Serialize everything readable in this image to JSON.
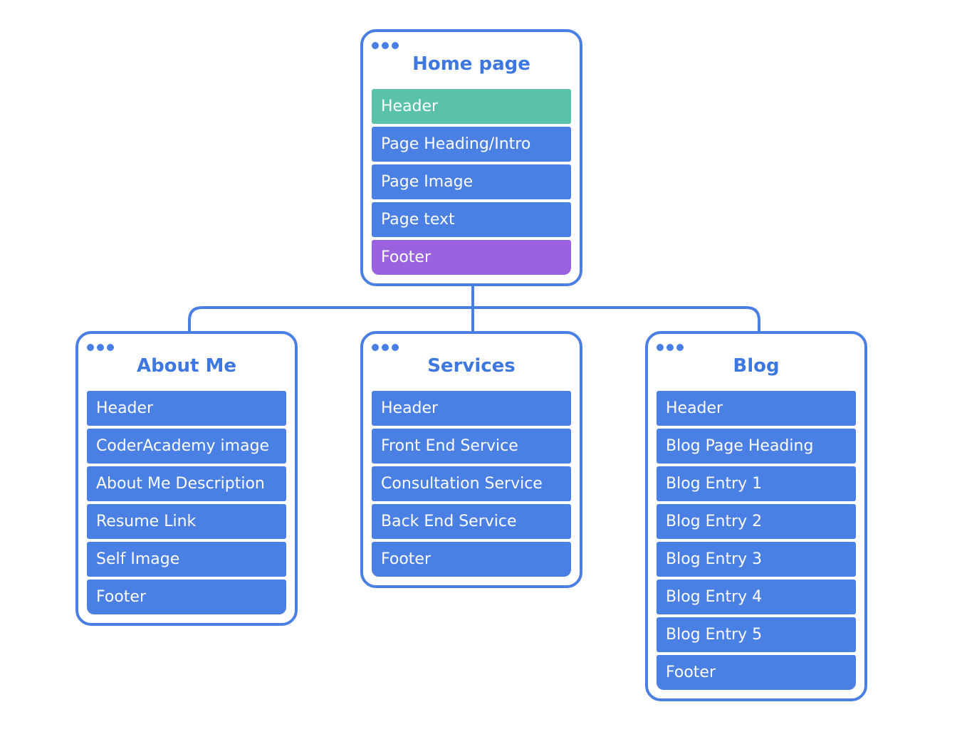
{
  "cards": {
    "home": {
      "title": "Home page",
      "items": [
        "Header",
        "Page Heading/Intro",
        "Page Image",
        "Page text",
        "Footer"
      ]
    },
    "about": {
      "title": "About Me",
      "items": [
        "Header",
        "CoderAcademy image",
        "About Me Description",
        "Resume Link",
        "Self Image",
        "Footer"
      ]
    },
    "services": {
      "title": "Services",
      "items": [
        "Header",
        "Front End Service",
        "Consultation Service",
        "Back End Service",
        "Footer"
      ]
    },
    "blog": {
      "title": "Blog",
      "items": [
        "Header",
        "Blog Page Heading",
        "Blog Entry 1",
        "Blog Entry 2",
        "Blog Entry 3",
        "Blog Entry 4",
        "Blog Entry 5",
        "Footer"
      ]
    }
  },
  "colors": {
    "primary": "#4a7fe4",
    "header_accent": "#5bc2aa",
    "footer_accent": "#9b62e0"
  }
}
